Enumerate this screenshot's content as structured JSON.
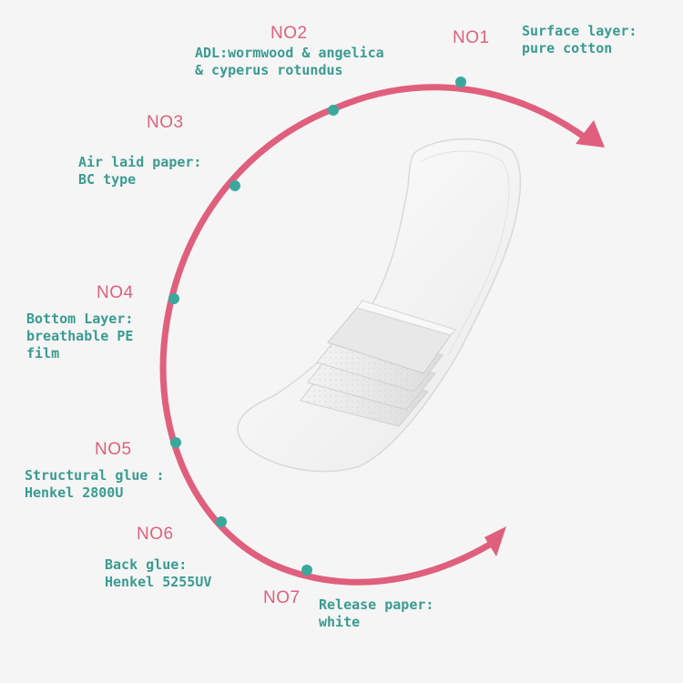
{
  "layers": [
    {
      "number": "NO1",
      "line1": "Surface layer:",
      "line2": "pure cotton"
    },
    {
      "number": "NO2",
      "line1": "ADL:wormwood & angelica",
      "line2": "& cyperus rotundus"
    },
    {
      "number": "NO3",
      "line1": "Air laid paper:",
      "line2": "BC type"
    },
    {
      "number": "NO4",
      "line1": "Bottom Layer:",
      "line2": "breathable PE",
      "line3": "film"
    },
    {
      "number": "NO5",
      "line1": "Structural glue :",
      "line2": "Henkel 2800U"
    },
    {
      "number": "NO6",
      "line1": "Back glue:",
      "line2": "Henkel 5255UV"
    },
    {
      "number": "NO7",
      "line1": "Release paper:",
      "line2": "white"
    }
  ],
  "colors": {
    "arc": "#df5f7d",
    "dot": "#3aa89d",
    "label": "#3b9b91",
    "number": "#e0607e",
    "background": "#f5f5f5"
  }
}
